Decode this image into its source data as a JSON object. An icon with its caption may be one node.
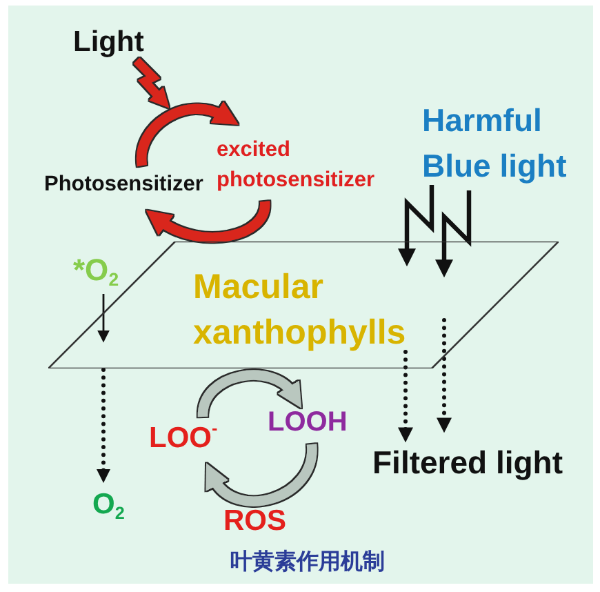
{
  "diagram": {
    "caption": "叶黄素作用机制",
    "nodes": [
      {
        "text": [
          "Light"
        ]
      },
      {
        "text": [
          "Photosensitizer"
        ]
      },
      {
        "text": [
          "excited photosensitizer"
        ]
      },
      {
        "text": [
          "Harmful Blue light"
        ]
      },
      {
        "text": [
          "Macular xanthophylls"
        ]
      },
      {
        "text": [
          "Filtered light"
        ]
      },
      {
        "text": [
          "*O$_{2}$"
        ]
      },
      {
        "text": [
          "O$_{2}$"
        ]
      },
      {
        "text": [
          "LOO$^{-}$"
        ]
      },
      {
        "text": [
          "LOOH"
        ]
      }
    ],
    "edges": [
      {
        "from": 0,
        "to": null,
        "arrow": "to",
        "style": "thick",
        "color": "#d9261c"
      },
      {
        "from": 1,
        "to": 2,
        "arrow": "to",
        "style": "thick",
        "color": "#d9261c"
      },
      {
        "from": 2,
        "to": 1,
        "arrow": "to",
        "style": "thick",
        "color": "#d9261c"
      },
      {
        "from": 3,
        "to": 4,
        "arrow": "to"
      },
      {
        "from": 3,
        "to": 4,
        "arrow": "to"
      },
      {
        "from": 4,
        "to": 5,
        "arrow": "to",
        "style": "dashed"
      },
      {
        "from": 4,
        "to": 5,
        "arrow": "to",
        "style": "dashed"
      },
      {
        "from": 6,
        "to": 4,
        "arrow": "to"
      },
      {
        "from": 4,
        "to": 7,
        "arrow": "to",
        "style": "dashed"
      },
      {
        "from": 8,
        "to": 9,
        "arrow": "to",
        "style": "thick",
        "color": "#b9c7bf"
      },
      {
        "from": 9,
        "to": 8,
        "arrow": "to",
        "style": "thick",
        "color": "#b9c7bf"
      }
    ],
    "labels": [
      "ROS"
    ]
  }
}
